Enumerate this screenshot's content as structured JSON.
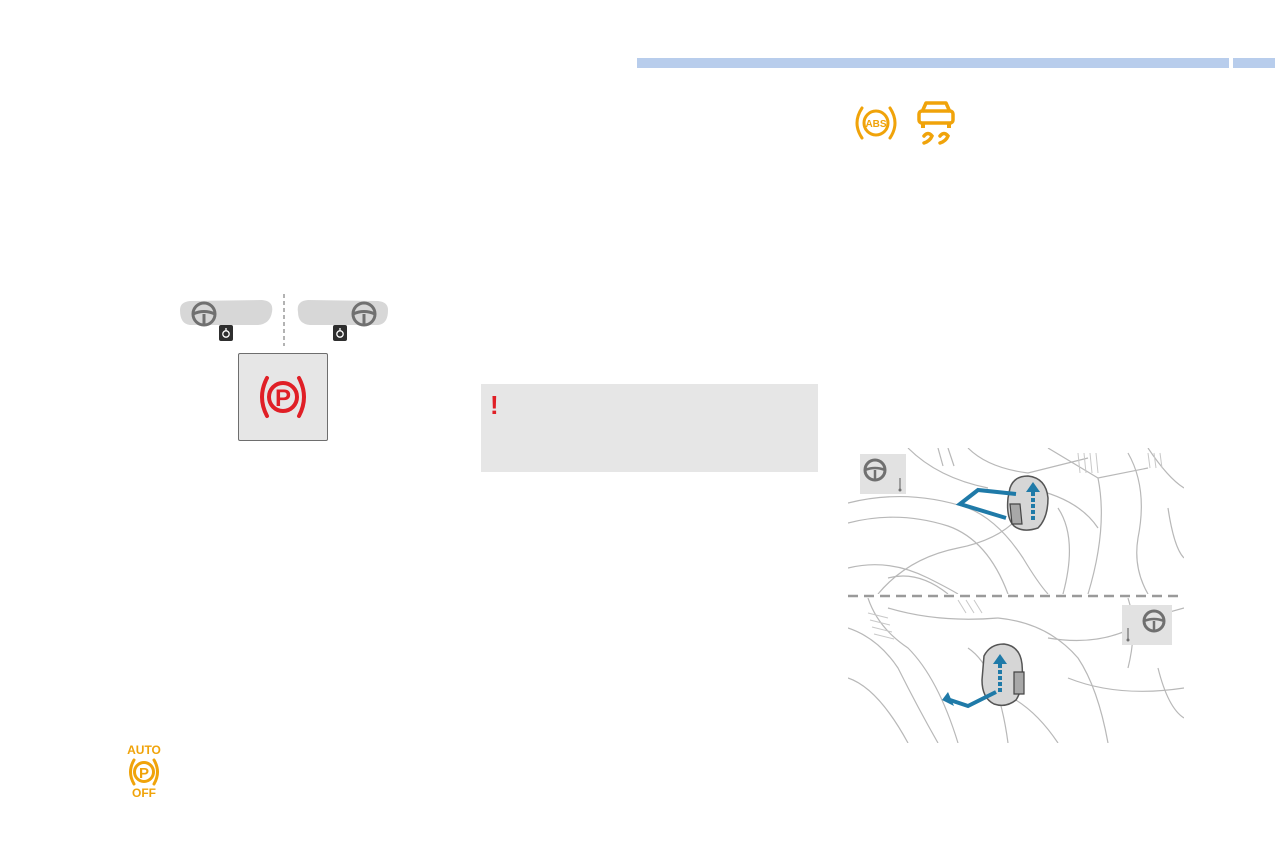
{
  "document": {
    "warning_box": {
      "mark": "!"
    },
    "icons": {
      "parking_brake": {
        "label": "P",
        "color": "#e01f26"
      },
      "abs": {
        "label": "ABS",
        "color": "#f0a30a"
      },
      "stability_control": {
        "color": "#f0a30a"
      },
      "auto_park": {
        "top_label": "AUTO",
        "center_label": "P",
        "bottom_label": "OFF",
        "color": "#f0a30a"
      }
    },
    "colors": {
      "section_bar": "#b8cdec",
      "warning_box_bg": "#e6e6e6",
      "warning_mark": "#e01f26",
      "illustration_arrow": "#1f7aa8"
    }
  }
}
